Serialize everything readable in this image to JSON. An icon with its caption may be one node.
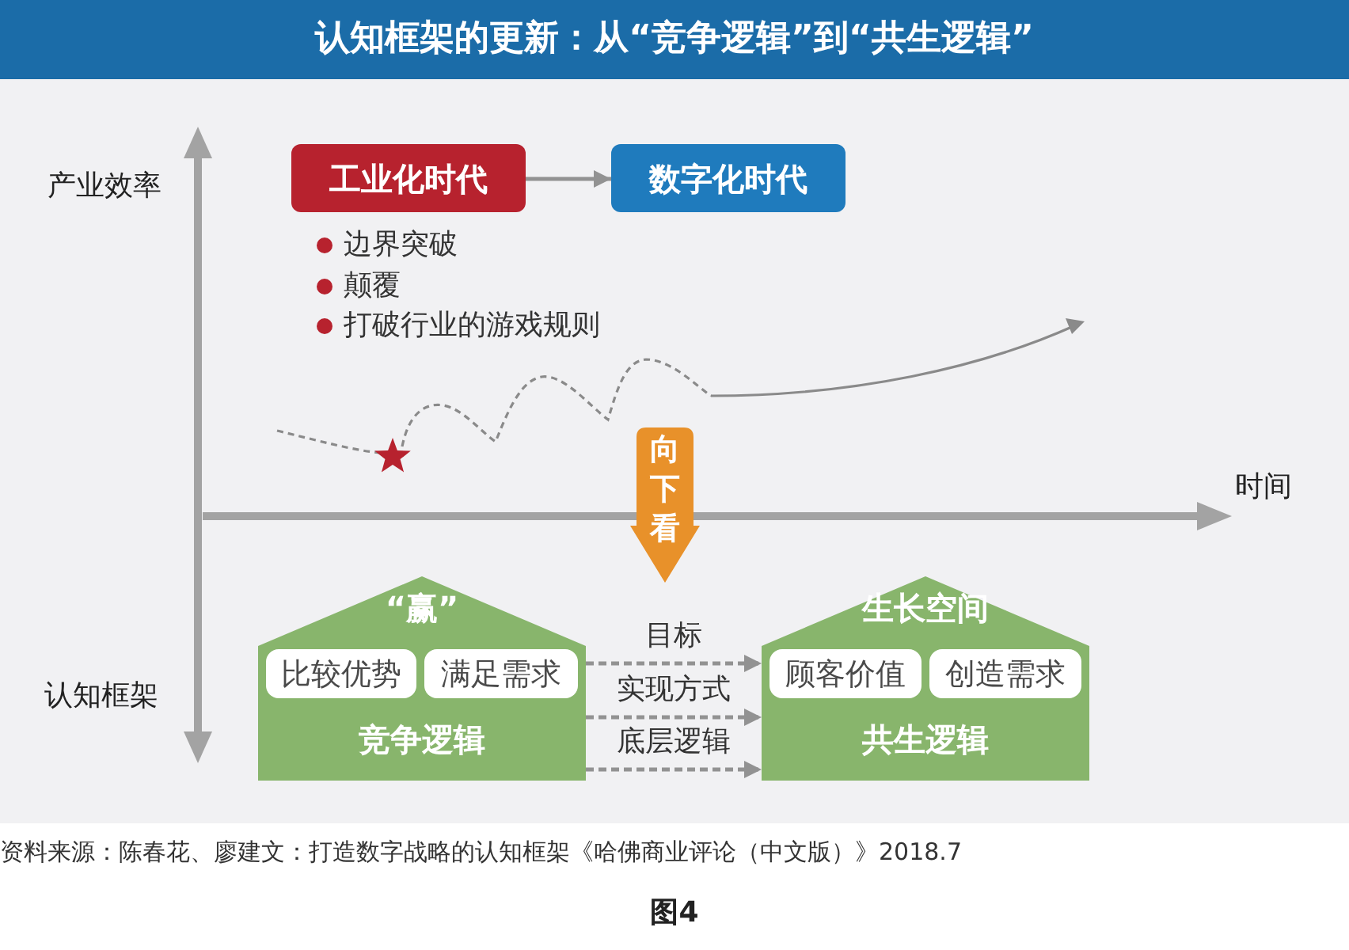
{
  "diagram": {
    "title": "认知框架的更新：从“竞争逻辑”到“共生逻辑”",
    "caption": "图4",
    "nodes": [
      {
        "text": [
          "工业化时代"
        ]
      },
      {
        "text": [
          "数字化时代"
        ]
      },
      {
        "text": [
          "向下看"
        ]
      },
      {
        "text": [
          "“赢”",
          "竞争逻辑"
        ]
      },
      {
        "text": [
          "比较优势"
        ],
        "in": 3
      },
      {
        "text": [
          "满足需求"
        ],
        "in": 3
      },
      {
        "text": [
          "生长空间",
          "共生逻辑"
        ]
      },
      {
        "text": [
          "顾客价值"
        ],
        "in": 6
      },
      {
        "text": [
          "创造需求"
        ],
        "in": 6
      }
    ],
    "edges": [
      {
        "from": 0,
        "to": 1,
        "arrow": "to"
      },
      {
        "from": 3,
        "to": 6,
        "arrow": "to",
        "label": "目标",
        "style": "dashed"
      },
      {
        "from": 3,
        "to": 6,
        "arrow": "to",
        "label": "实现方式",
        "style": "dashed"
      },
      {
        "from": 3,
        "to": 6,
        "arrow": "to",
        "label": "底层逻辑",
        "style": "dashed"
      }
    ],
    "labels": [
      "产业效率",
      "边界突破",
      "颠覆",
      "打破行业的游戏规则",
      "时间",
      "认知框架",
      "资料来源：陈春花、廖建文：打造数字战略的认知框架《哈佛商业评论（中文版）》2018.7"
    ]
  }
}
